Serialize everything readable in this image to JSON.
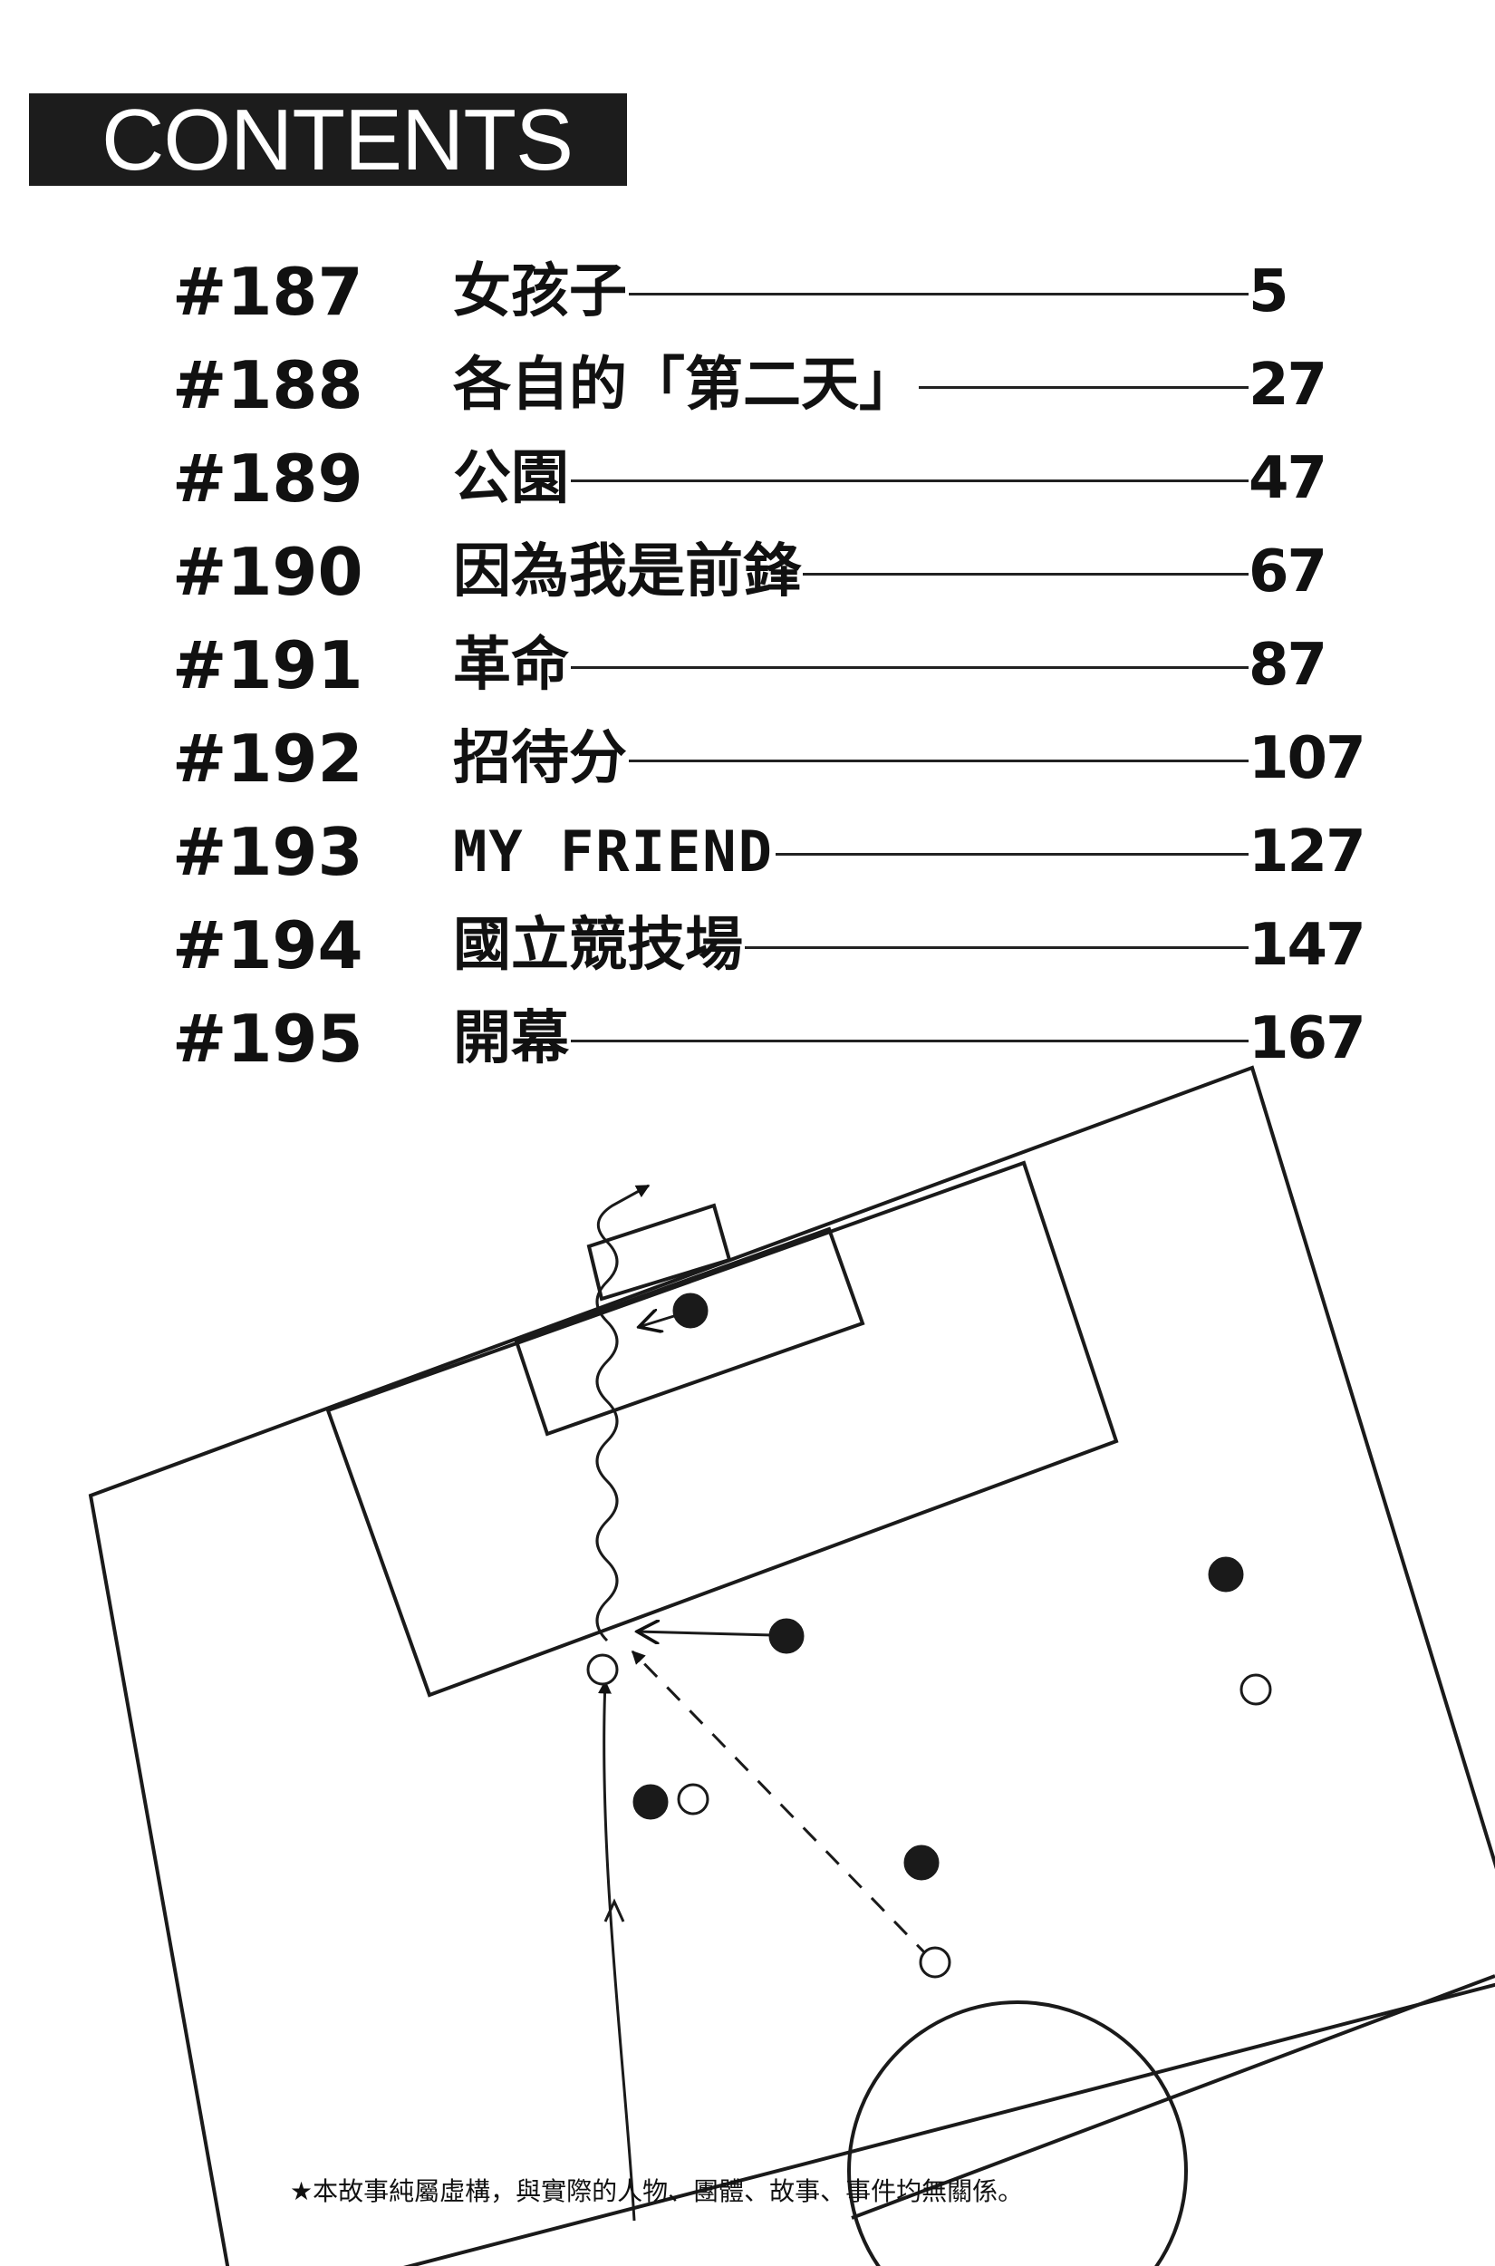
{
  "header": {
    "title": "CONTENTS"
  },
  "toc": [
    {
      "number": "#187",
      "title": "女孩子",
      "page": "5"
    },
    {
      "number": "#188",
      "title": "各自的「第二天」",
      "page": "27"
    },
    {
      "number": "#189",
      "title": "公園",
      "page": "47"
    },
    {
      "number": "#190",
      "title": "因為我是前鋒",
      "page": "67"
    },
    {
      "number": "#191",
      "title": "革命",
      "page": "87"
    },
    {
      "number": "#192",
      "title": "招待分",
      "page": "107"
    },
    {
      "number": "#193",
      "title": "MY FRIEND",
      "page": "127"
    },
    {
      "number": "#194",
      "title": "國立競技場",
      "page": "147"
    },
    {
      "number": "#195",
      "title": "開幕",
      "page": "167"
    }
  ],
  "disclaimer": "★本故事純屬虛構，與實際的人物、團體、故事、事件均無關係。"
}
